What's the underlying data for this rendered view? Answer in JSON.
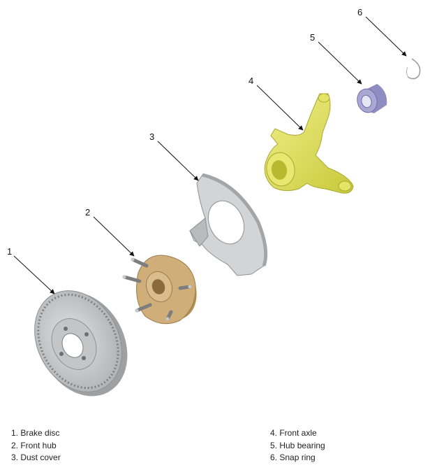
{
  "callouts": [
    "1",
    "2",
    "3",
    "4",
    "5",
    "6"
  ],
  "legend": {
    "left": [
      "1. Brake disc",
      "2. Front hub",
      "3. Dust cover"
    ],
    "right": [
      "4. Front axle",
      "5. Hub bearing",
      "6. Snap ring"
    ]
  },
  "colors": {
    "disc": "#c9cbcd",
    "hub": "#cfae7a",
    "dust_cover": "#d2d4d6",
    "knuckle": "#dede5a",
    "bearing": "#a9a7d3",
    "snap_ring": "#9a9a9a"
  }
}
